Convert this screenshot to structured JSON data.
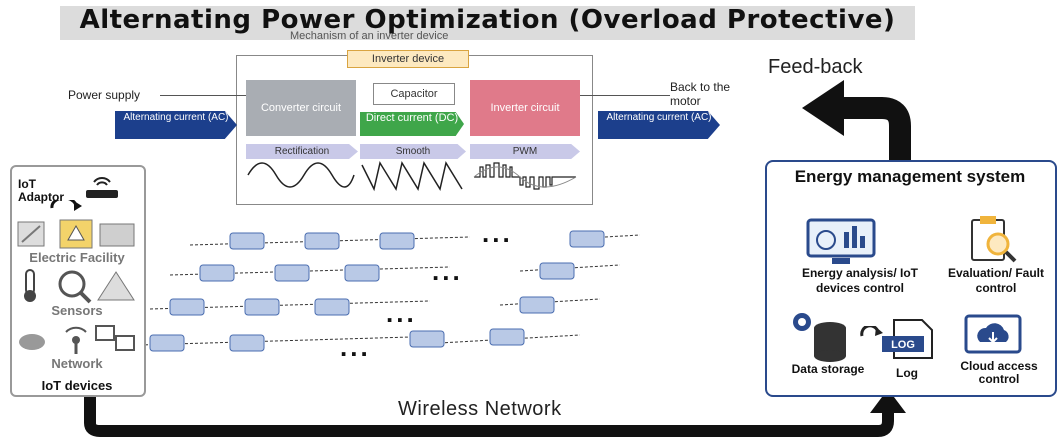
{
  "title": "Alternating Power Optimization (Overload Protective)",
  "subtitle_cut": "Mechanism of an inverter device",
  "inverter": {
    "device_label": "Inverter device",
    "power_supply": "Power supply",
    "back_to_motor": "Back to the motor",
    "ac_in": "Alternating current (AC)",
    "ac_out": "Alternating current (AC)",
    "converter": "Converter circuit",
    "capacitor": "Capacitor",
    "dc": "Direct current (DC)",
    "inverter_circuit": "Inverter circuit",
    "stages": [
      "Rectification",
      "Smooth",
      "PWM"
    ]
  },
  "feedback": "Feed-back",
  "wireless": "Wireless Network",
  "ellipsis": "...",
  "iot": {
    "adaptor": "IoT Adaptor",
    "electric": "Electric Facility",
    "sensors": "Sensors",
    "network": "Network",
    "footer": "IoT devices"
  },
  "ems": {
    "title": "Energy management system",
    "energy": "Energy analysis/ IoT devices control",
    "eval": "Evaluation/ Fault control",
    "storage": "Data storage",
    "log": "Log",
    "log_icon": "LOG",
    "cloud": "Cloud access control"
  },
  "colors": {
    "ac_arrow": "#1c3f8c",
    "dc_arrow": "#3fa64a",
    "inverter": "#e07a8a",
    "converter": "#a9adb3",
    "ems_border": "#2a4a8c"
  }
}
